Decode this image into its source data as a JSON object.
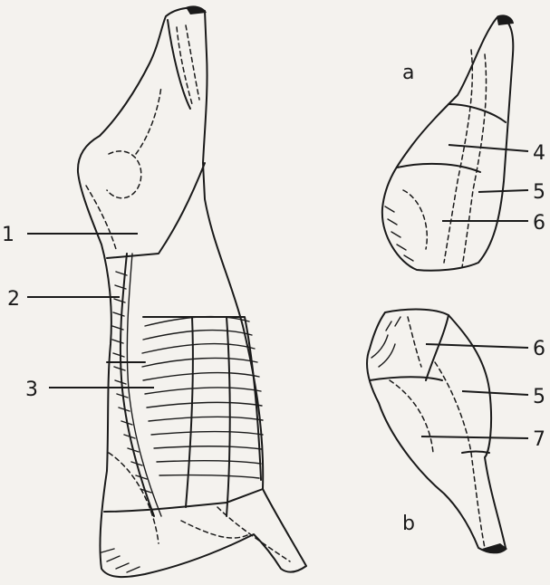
{
  "figure": {
    "view_labels": {
      "a": "a",
      "b": "b"
    },
    "callouts": {
      "c1": "1",
      "c2": "2",
      "c3": "3",
      "a4": "4",
      "a5": "5",
      "a6": "6",
      "b6": "6",
      "b5": "5",
      "b7": "7"
    },
    "colors": {
      "ink": "#1a1a1a",
      "paper": "#f4f2ee"
    }
  }
}
